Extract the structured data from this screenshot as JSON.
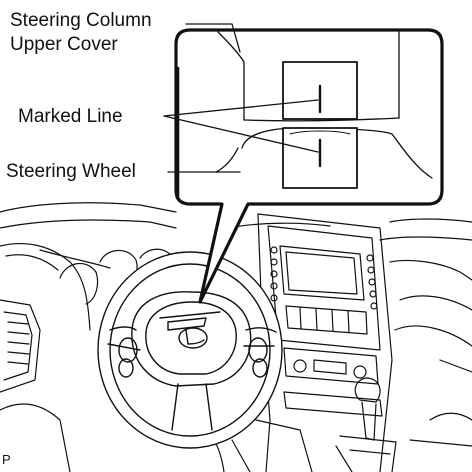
{
  "callouts": {
    "column_cover_line1": "Steering Column",
    "column_cover_line2": "Upper Cover",
    "marked_line": "Marked Line",
    "steering_wheel": "Steering Wheel"
  },
  "figure_code": "P",
  "colors": {
    "ink": "#111111",
    "background": "#ffffff"
  }
}
